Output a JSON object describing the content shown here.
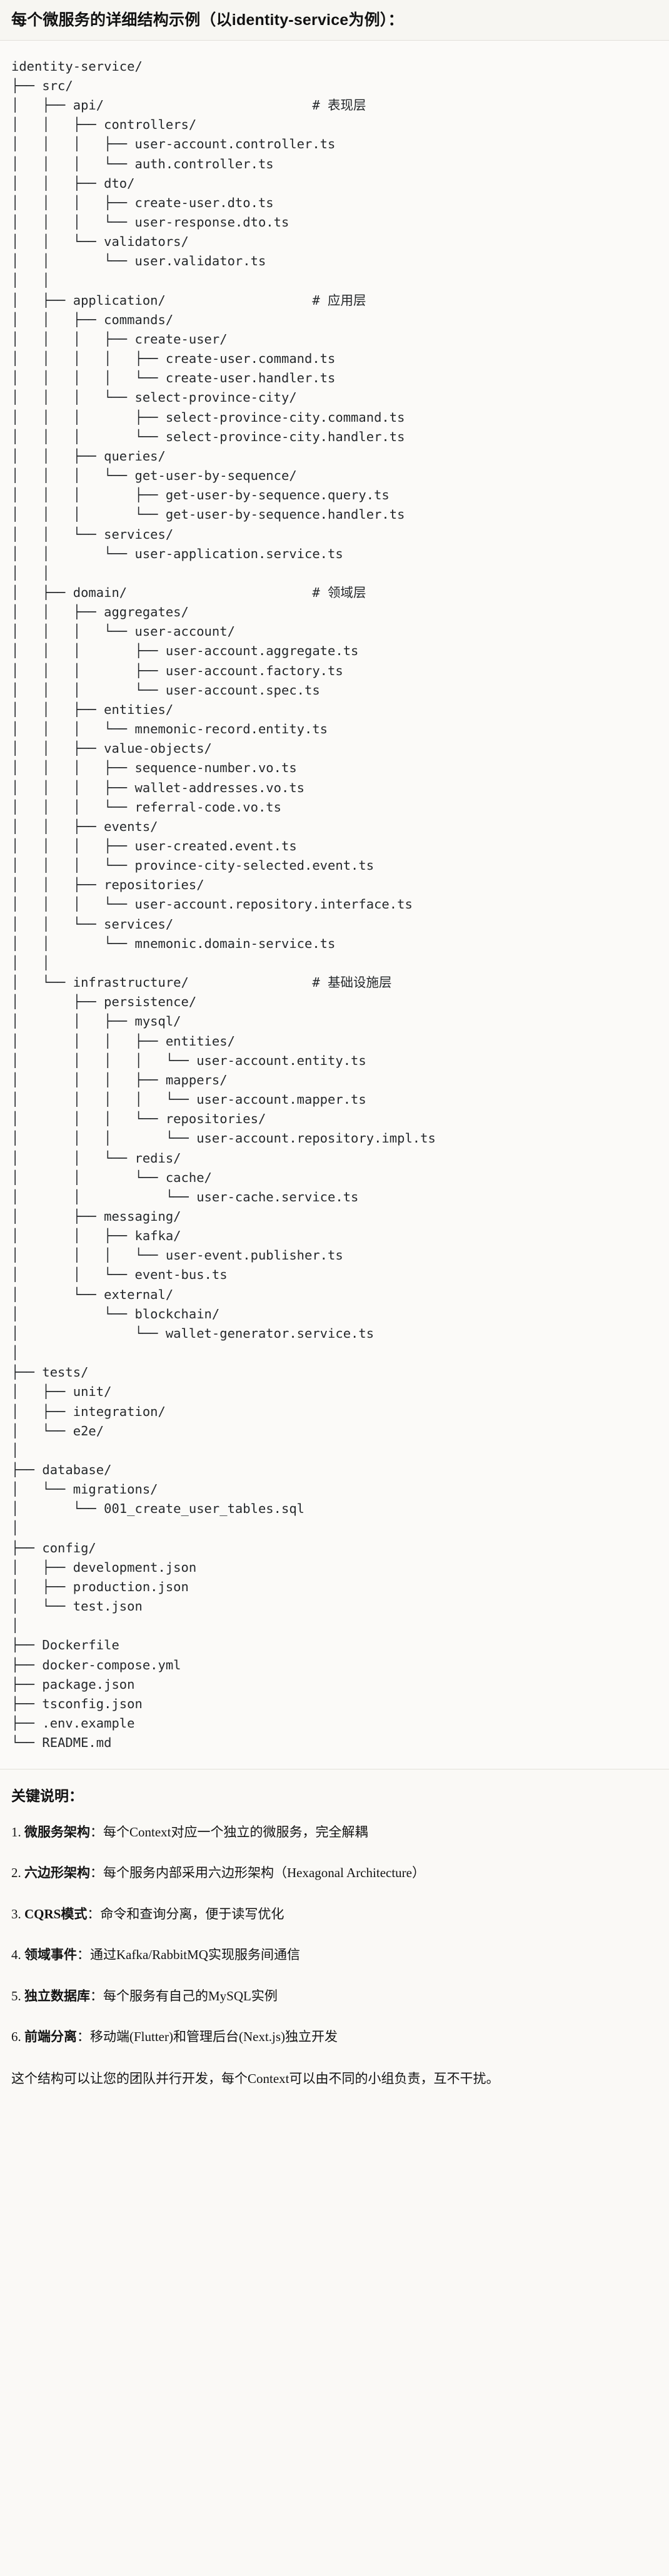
{
  "document": {
    "title": "每个微服务的详细结构示例（以identity-service为例）："
  },
  "tree": {
    "root_label": "identity-service/",
    "text": "identity-service/\n├── src/\n│   ├── api/                           # 表现层\n│   │   ├── controllers/\n│   │   │   ├── user-account.controller.ts\n│   │   │   └── auth.controller.ts\n│   │   ├── dto/\n│   │   │   ├── create-user.dto.ts\n│   │   │   └── user-response.dto.ts\n│   │   └── validators/\n│   │       └── user.validator.ts\n│   │\n│   ├── application/                   # 应用层\n│   │   ├── commands/\n│   │   │   ├── create-user/\n│   │   │   │   ├── create-user.command.ts\n│   │   │   │   └── create-user.handler.ts\n│   │   │   └── select-province-city/\n│   │   │       ├── select-province-city.command.ts\n│   │   │       └── select-province-city.handler.ts\n│   │   ├── queries/\n│   │   │   └── get-user-by-sequence/\n│   │   │       ├── get-user-by-sequence.query.ts\n│   │   │       └── get-user-by-sequence.handler.ts\n│   │   └── services/\n│   │       └── user-application.service.ts\n│   │\n│   ├── domain/                        # 领域层\n│   │   ├── aggregates/\n│   │   │   └── user-account/\n│   │   │       ├── user-account.aggregate.ts\n│   │   │       ├── user-account.factory.ts\n│   │   │       └── user-account.spec.ts\n│   │   ├── entities/\n│   │   │   └── mnemonic-record.entity.ts\n│   │   ├── value-objects/\n│   │   │   ├── sequence-number.vo.ts\n│   │   │   ├── wallet-addresses.vo.ts\n│   │   │   └── referral-code.vo.ts\n│   │   ├── events/\n│   │   │   ├── user-created.event.ts\n│   │   │   └── province-city-selected.event.ts\n│   │   ├── repositories/\n│   │   │   └── user-account.repository.interface.ts\n│   │   └── services/\n│   │       └── mnemonic.domain-service.ts\n│   │\n│   └── infrastructure/                # 基础设施层\n│       ├── persistence/\n│       │   ├── mysql/\n│       │   │   ├── entities/\n│       │   │   │   └── user-account.entity.ts\n│       │   │   ├── mappers/\n│       │   │   │   └── user-account.mapper.ts\n│       │   │   └── repositories/\n│       │   │       └── user-account.repository.impl.ts\n│       │   └── redis/\n│       │       └── cache/\n│       │           └── user-cache.service.ts\n│       ├── messaging/\n│       │   ├── kafka/\n│       │   │   └── user-event.publisher.ts\n│       │   └── event-bus.ts\n│       └── external/\n│           └── blockchain/\n│               └── wallet-generator.service.ts\n│\n├── tests/\n│   ├── unit/\n│   ├── integration/\n│   └── e2e/\n│\n├── database/\n│   └── migrations/\n│       └── 001_create_user_tables.sql\n│\n├── config/\n│   ├── development.json\n│   ├── production.json\n│   └── test.json\n│\n├── Dockerfile\n├── docker-compose.yml\n├── package.json\n├── tsconfig.json\n├── .env.example\n└── README.md",
    "layer_comments": [
      {
        "path": "api/",
        "comment": "# 表现层"
      },
      {
        "path": "application/",
        "comment": "# 应用层"
      },
      {
        "path": "domain/",
        "comment": "# 领域层"
      },
      {
        "path": "infrastructure/",
        "comment": "# 基础设施层"
      }
    ]
  },
  "notes": {
    "heading": "关键说明：",
    "items": [
      {
        "term": "微服务架构",
        "sep": "：",
        "desc": "每个Context对应一个独立的微服务，完全解耦"
      },
      {
        "term": "六边形架构",
        "sep": "：",
        "desc": "每个服务内部采用六边形架构（Hexagonal Architecture）"
      },
      {
        "term": "CQRS模式",
        "sep": "：",
        "desc": "命令和查询分离，便于读写优化"
      },
      {
        "term": "领域事件",
        "sep": "：",
        "desc": "通过Kafka/RabbitMQ实现服务间通信"
      },
      {
        "term": "独立数据库",
        "sep": "：",
        "desc": "每个服务有自己的MySQL实例"
      },
      {
        "term": "前端分离",
        "sep": "：",
        "desc": "移动端(Flutter)和管理后台(Next.js)独立开发"
      }
    ],
    "closing": "这个结构可以让您的团队并行开发，每个Context可以由不同的小组负责，互不干扰。"
  },
  "colors": {
    "page_background": "#faf9f6",
    "code_background": "#fbfaf8",
    "text": "#1c1c1c",
    "code_text": "#25282b",
    "divider": "#e2e0da"
  }
}
